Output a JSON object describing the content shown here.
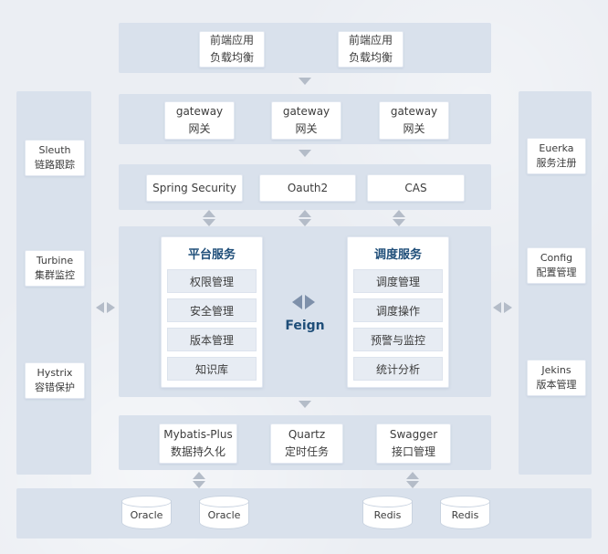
{
  "top_band": {
    "boxes": [
      {
        "line1": "前端应用",
        "line2": "负载均衡"
      },
      {
        "line1": "前端应用",
        "line2": "负载均衡"
      }
    ]
  },
  "gateway_band": {
    "boxes": [
      {
        "line1": "gateway",
        "line2": "网关"
      },
      {
        "line1": "gateway",
        "line2": "网关"
      },
      {
        "line1": "gateway",
        "line2": "网关"
      }
    ]
  },
  "security_band": {
    "boxes": [
      {
        "label": "Spring Security"
      },
      {
        "label": "Oauth2"
      },
      {
        "label": "CAS"
      }
    ]
  },
  "platform_service": {
    "title": "平台服务",
    "items": [
      "权限管理",
      "安全管理",
      "版本管理",
      "知识库"
    ]
  },
  "schedule_service": {
    "title": "调度服务",
    "items": [
      "调度管理",
      "调度操作",
      "预警与监控",
      "统计分析"
    ]
  },
  "feign": {
    "label": "Feign"
  },
  "middleware_band": {
    "boxes": [
      {
        "line1": "Mybatis-Plus",
        "line2": "数据持久化"
      },
      {
        "line1": "Quartz",
        "line2": "定时任务"
      },
      {
        "line1": "Swagger",
        "line2": "接口管理"
      }
    ]
  },
  "left_sidebar": {
    "items": [
      {
        "line1": "Sleuth",
        "line2": "链路跟踪"
      },
      {
        "line1": "Turbine",
        "line2": "集群监控"
      },
      {
        "line1": "Hystrix",
        "line2": "容错保护"
      }
    ]
  },
  "right_sidebar": {
    "items": [
      {
        "line1": "Euerka",
        "line2": "服务注册"
      },
      {
        "line1": "Config",
        "line2": "配置管理"
      },
      {
        "line1": "Jekins",
        "line2": "版本管理"
      }
    ]
  },
  "databases": {
    "items": [
      "Oracle",
      "Oracle",
      "Redis",
      "Redis"
    ]
  },
  "colors": {
    "background": "#ebeef3",
    "band": "#d9e1ec",
    "box_fill": "#ffffff",
    "item_fill": "#e7ecf3",
    "heading": "#1f4e79",
    "text": "#3c3c3c",
    "arrow": "#b4bcc8",
    "feign_arrow": "#7e90aa"
  }
}
